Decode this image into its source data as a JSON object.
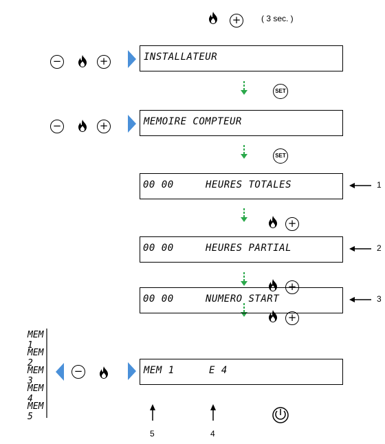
{
  "header": {
    "hold_label": "( 3 sec. )"
  },
  "screens": [
    {
      "text": "INSTALLATEUR"
    },
    {
      "text": "MEMOIRE COMPTEUR"
    },
    {
      "value": "00 00",
      "text": "HEURES TOTALES",
      "callout": "1"
    },
    {
      "value": "00 00",
      "text": "HEURES PARTIAL",
      "callout": "2"
    },
    {
      "value": "00 00",
      "text": "NUMERO START",
      "callout": "3"
    },
    {
      "value": "MEM 1",
      "text": "E 4"
    }
  ],
  "buttons": {
    "minus": "−",
    "plus": "+",
    "set": "SET"
  },
  "memory_list": [
    "MEM 1",
    "MEM 2",
    "MEM 3",
    "MEM 4",
    "MEM 5"
  ],
  "bottom_labels": {
    "left": "5",
    "right": "4"
  },
  "colors": {
    "arrow_blue": "#4a90d9",
    "arrow_green": "#2aa84a",
    "flame": "#000000"
  },
  "icons": [
    "flame-icon",
    "power-icon"
  ]
}
